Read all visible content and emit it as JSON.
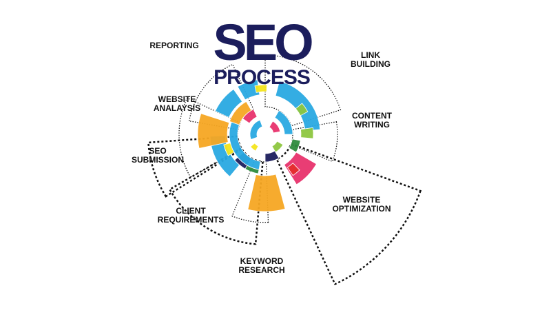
{
  "title": {
    "main": "SEO",
    "sub": "PROCESS"
  },
  "labels": {
    "reporting": "REPORTING",
    "link_building": "LINK\nBUILDING",
    "website_analysis": "WEBSITE\nANALAYSIS",
    "content_writing": "CONTENT\nWRITING",
    "seo_submission": "SEO\nSUBMISSION",
    "website_optimization": "WEBSITE\nOPTIMIZATION",
    "client_requirements": "CLIENT\nREQUIREMENTS",
    "keyword_research": "KEYWORD\nRESEARCH"
  },
  "colors": {
    "title": "#1b1d5c",
    "blue": "#29a9e1",
    "orange": "#f6a623",
    "pink": "#e8336d",
    "green": "#8dc63f",
    "yellow": "#f4e51c",
    "navy": "#1b1d5c",
    "dark_green": "#2e8b3d",
    "red": "#e52d2d"
  }
}
